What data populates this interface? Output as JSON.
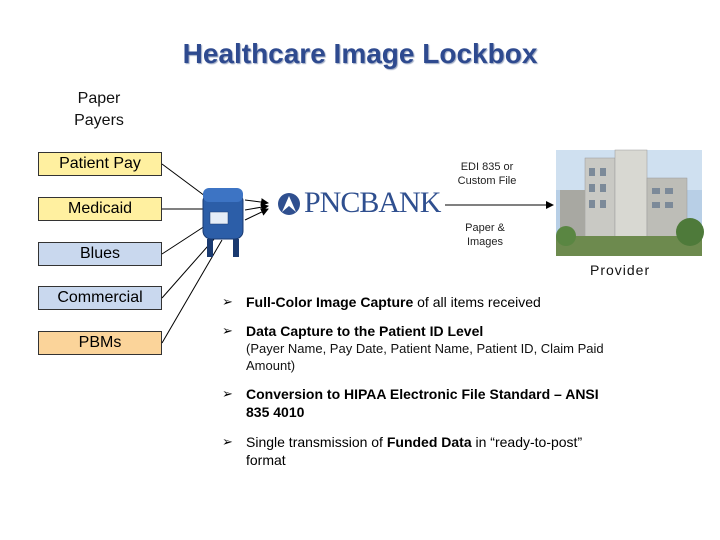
{
  "title": "Healthcare Image Lockbox",
  "payers_label_line1": "Paper",
  "payers_label_line2": "Payers",
  "payers": [
    {
      "label": "Patient Pay",
      "color": "#fff0a0"
    },
    {
      "label": "Medicaid",
      "color": "#fff0a0"
    },
    {
      "label": "Blues",
      "color": "#c9d8ee"
    },
    {
      "label": "Commercial",
      "color": "#c9d8ee"
    },
    {
      "label": "PBMs",
      "color": "#fbd49a"
    }
  ],
  "bank_logo_text": "PNCBANK",
  "edi_label_line1": "EDI 835 or",
  "edi_label_line2": "Custom File",
  "paper_label_line1": "Paper &",
  "paper_label_line2": "Images",
  "provider_label": "Provider",
  "bullets": [
    {
      "bold": "Full-Color Image Capture",
      "rest": " of all items received",
      "sub": ""
    },
    {
      "bold": "Data Capture to the Patient ID Level",
      "rest": "",
      "sub": "(Payer Name, Pay Date, Patient Name, Patient ID, Claim Paid Amount)"
    },
    {
      "bold": "Conversion to HIPAA Electronic File Standard – ANSI 835 4010",
      "rest": "",
      "sub": ""
    },
    {
      "pre": "Single transmission of ",
      "bold": "Funded Data",
      "rest": " in “ready-to-post” format",
      "sub": ""
    }
  ],
  "colors": {
    "title": "#2e4a8f",
    "pnc_blue": "#2f4f8f",
    "mailbox": "#2c5ea8"
  },
  "icons": [
    "mailbox-icon",
    "pnc-logo-icon",
    "building-photo-icon",
    "bullet-arrow-icon"
  ]
}
